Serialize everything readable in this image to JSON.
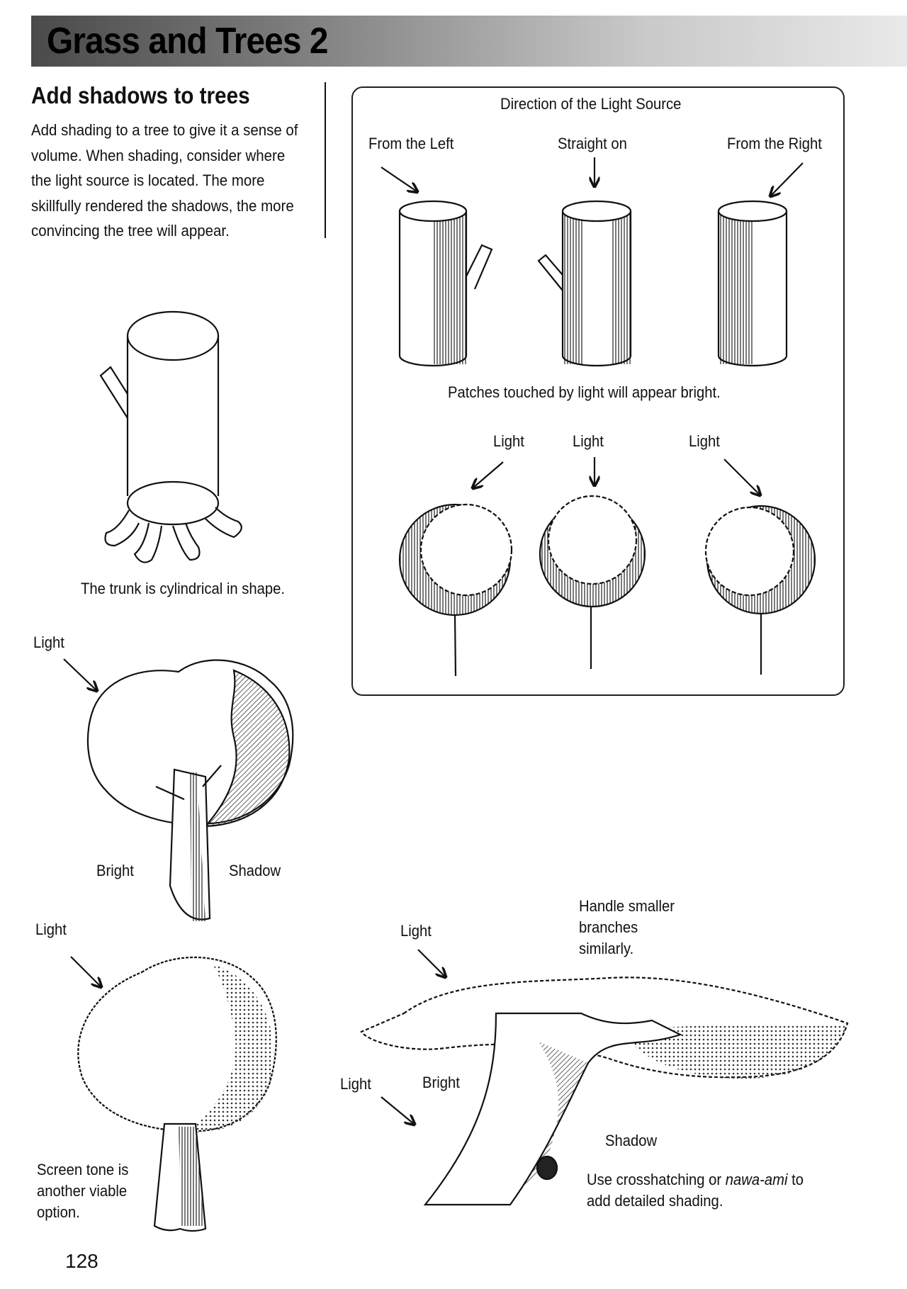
{
  "header": {
    "title": "Grass and Trees 2"
  },
  "section": {
    "heading": "Add shadows to trees",
    "body": "Add shading to a tree to give it a sense of volume. When shading, consider where the light source is located. The more skillfully rendered the shadows, the more convincing the tree will appear."
  },
  "panel": {
    "title": "Direction of the Light Source",
    "directions": [
      "From the Left",
      "Straight on",
      "From the Right"
    ],
    "caption": "Patches touched by light will appear bright.",
    "light_labels": [
      "Light",
      "Light",
      "Light"
    ]
  },
  "trunk_figure": {
    "caption": "The trunk is cylindrical in shape."
  },
  "tree_shading_figure": {
    "light": "Light",
    "bright": "Bright",
    "shadow": "Shadow"
  },
  "screen_tone_figure": {
    "light": "Light",
    "caption": "Screen tone is another viable option."
  },
  "large_tree_figure": {
    "light_top": "Light",
    "light_left": "Light",
    "bright": "Bright",
    "branch_note": "Handle smaller branches similarly.",
    "shadow": "Shadow",
    "shading_note_before": "Use crosshatching or ",
    "shading_note_term": "nawa-ami",
    "shading_note_after": " to add detailed shading."
  },
  "footer": {
    "page_number": "128"
  }
}
